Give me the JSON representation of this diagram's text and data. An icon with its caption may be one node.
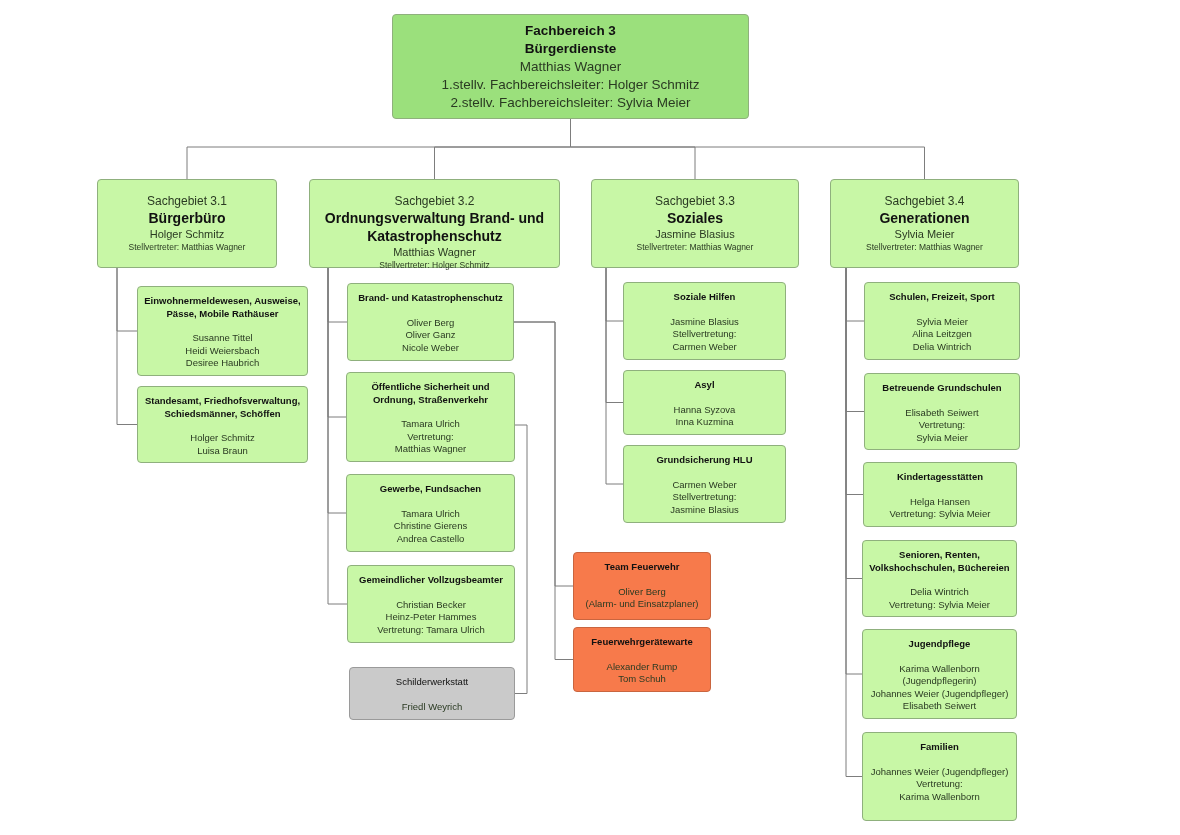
{
  "diagram": {
    "nodes": [
      {
        "text": [
          "Fachbereich 3",
          "Bürgerdienste",
          "Matthias Wagner",
          "1.stellv. Fachbereichsleiter: Holger Schmitz",
          "2.stellv. Fachbereichsleiter: Sylvia Meier"
        ]
      },
      {
        "text": [
          "Sachgebiet 3.1",
          "Bürgerbüro",
          "Holger Schmitz",
          "Stellvertreter: Matthias Wagner"
        ]
      },
      {
        "text": [
          "Sachgebiet 3.2",
          "Ordnungsverwaltung Brand- und Katastrophenschutz",
          "Matthias Wagner",
          "Stellvertreter: Holger Schmitz"
        ]
      },
      {
        "text": [
          "Sachgebiet 3.3",
          "Soziales",
          "Jasmine Blasius",
          "Stellvertreter: Matthias Wagner"
        ]
      },
      {
        "text": [
          "Sachgebiet 3.4",
          "Generationen",
          "Sylvia Meier",
          "Stellvertreter: Matthias Wagner"
        ]
      },
      {
        "text": [
          "Einwohnermeldewesen, Ausweise, Pässe, Mobile Rathäuser",
          "Susanne Tittel",
          "Heidi Weiersbach",
          "Desiree Haubrich"
        ]
      },
      {
        "text": [
          "Standesamt, Friedhofsverwaltung, Schiedsmänner, Schöffen",
          "Holger Schmitz",
          "Luisa Braun"
        ]
      },
      {
        "text": [
          "Brand- und Katastrophenschutz",
          "Oliver Berg",
          "Oliver Ganz",
          "Nicole Weber"
        ]
      },
      {
        "text": [
          "Öffentliche Sicherheit und Ordnung, Straßenverkehr",
          "Tamara Ulrich",
          "Vertretung:",
          "Matthias Wagner"
        ]
      },
      {
        "text": [
          "Gewerbe, Fundsachen",
          "Tamara Ulrich",
          "Christine Gierens",
          "Andrea Castello"
        ]
      },
      {
        "text": [
          "Gemeindlicher Vollzugsbeamter",
          "Christian Becker",
          "Heinz-Peter Hammes",
          "Vertretung: Tamara Ulrich"
        ]
      },
      {
        "text": [
          "Schilderwerkstatt",
          "Friedl Weyrich"
        ]
      },
      {
        "text": [
          "Team Feuerwehr",
          "Oliver Berg",
          "(Alarm- und Einsatzplaner)"
        ]
      },
      {
        "text": [
          "Feuerwehrgerätewarte",
          "Alexander Rump",
          "Tom Schuh"
        ]
      },
      {
        "text": [
          "Soziale Hilfen",
          "Jasmine Blasius",
          "Stellvertretung:",
          "Carmen Weber"
        ]
      },
      {
        "text": [
          "Asyl",
          "Hanna Syzova",
          "Inna Kuzmina"
        ]
      },
      {
        "text": [
          "Grundsicherung HLU",
          "Carmen Weber",
          "Stellvertretung:",
          "Jasmine Blasius"
        ]
      },
      {
        "text": [
          "Schulen, Freizeit, Sport",
          "Sylvia Meier",
          "Alina Leitzgen",
          "Delia Wintrich"
        ]
      },
      {
        "text": [
          "Betreuende Grundschulen",
          "Elisabeth Seiwert",
          "Vertretung:",
          "Sylvia Meier"
        ]
      },
      {
        "text": [
          "Kindertagesstätten",
          "Helga Hansen",
          "Vertretung: Sylvia Meier"
        ]
      },
      {
        "text": [
          "Senioren, Renten, Volkshochschulen, Büchereien",
          "Delia Wintrich",
          "Vertretung: Sylvia Meier"
        ]
      },
      {
        "text": [
          "Jugendpflege",
          "Karima Wallenborn (Jugendpflegerin)",
          "Johannes Weier (Jugendpfleger)",
          "Elisabeth Seiwert"
        ]
      },
      {
        "text": [
          "Familien",
          "Johannes Weier (Jugendpfleger)",
          "Vertretung:",
          "Karima Wallenborn"
        ]
      }
    ],
    "edges": [
      {
        "from": 0,
        "to": 1,
        "arrow": "none"
      },
      {
        "from": 0,
        "to": 2,
        "arrow": "none"
      },
      {
        "from": 0,
        "to": 3,
        "arrow": "none"
      },
      {
        "from": 0,
        "to": 4,
        "arrow": "none"
      },
      {
        "from": 1,
        "to": 5,
        "arrow": "none"
      },
      {
        "from": 1,
        "to": 6,
        "arrow": "none"
      },
      {
        "from": 2,
        "to": 7,
        "arrow": "none"
      },
      {
        "from": 2,
        "to": 8,
        "arrow": "none"
      },
      {
        "from": 2,
        "to": 9,
        "arrow": "none"
      },
      {
        "from": 2,
        "to": 10,
        "arrow": "none"
      },
      {
        "from": 7,
        "to": 12,
        "arrow": "none"
      },
      {
        "from": 7,
        "to": 13,
        "arrow": "none"
      },
      {
        "from": 8,
        "to": 11,
        "arrow": "none"
      },
      {
        "from": 3,
        "to": 14,
        "arrow": "none"
      },
      {
        "from": 3,
        "to": 15,
        "arrow": "none"
      },
      {
        "from": 3,
        "to": 16,
        "arrow": "none"
      },
      {
        "from": 4,
        "to": 17,
        "arrow": "none"
      },
      {
        "from": 4,
        "to": 18,
        "arrow": "none"
      },
      {
        "from": 4,
        "to": 19,
        "arrow": "none"
      },
      {
        "from": 4,
        "to": 20,
        "arrow": "none"
      },
      {
        "from": 4,
        "to": 21,
        "arrow": "none"
      },
      {
        "from": 4,
        "to": 22,
        "arrow": "none"
      }
    ]
  }
}
